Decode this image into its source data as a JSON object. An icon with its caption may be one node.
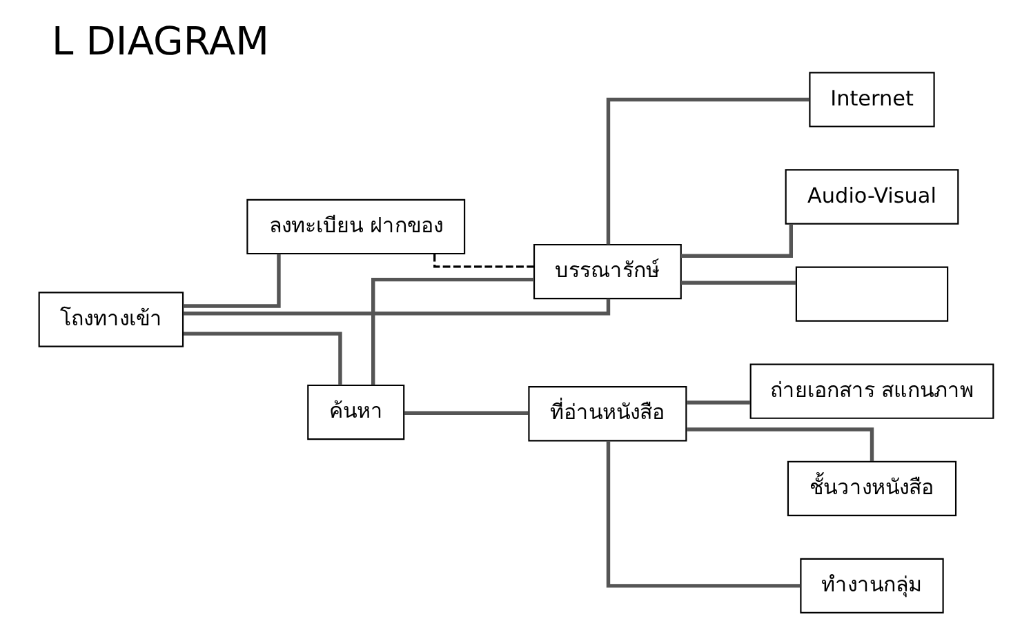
{
  "diagram": {
    "title": "L DIAGRAM",
    "nodes": [
      {
        "text": [
          "โถงทางเข้า"
        ]
      },
      {
        "text": [
          "ค้นหา"
        ]
      },
      {
        "text": [
          "ลงทะเบียน ฝากของ"
        ]
      },
      {
        "text": [
          "บรรณารักษ์"
        ]
      },
      {
        "text": [
          "ที่อ่านหนังสือ"
        ]
      },
      {
        "text": [
          "ถ่ายเอกสาร สแกนภาพ"
        ]
      },
      {
        "text": [
          "ชั้นวางหนังสือ"
        ]
      },
      {
        "text": [
          "ทำงานกลุ่ม"
        ]
      },
      {
        "text": [
          "Internet"
        ]
      },
      {
        "text": [
          "Audio-Visual"
        ]
      },
      {
        "text": [],
        "shape": "box"
      }
    ],
    "edges": [
      {
        "from": 0,
        "to": 1,
        "arrow": "none"
      },
      {
        "from": 0,
        "to": 3,
        "arrow": "none"
      },
      {
        "from": 0,
        "to": 2,
        "arrow": "none"
      },
      {
        "from": 2,
        "to": 3,
        "arrow": "none",
        "style": "dashed"
      },
      {
        "from": 1,
        "to": 3,
        "arrow": "none"
      },
      {
        "from": 1,
        "to": 4,
        "arrow": "none"
      },
      {
        "from": 4,
        "to": 5,
        "arrow": "none"
      },
      {
        "from": 4,
        "to": 6,
        "arrow": "none"
      },
      {
        "from": 4,
        "to": 7,
        "arrow": "none"
      },
      {
        "from": 3,
        "to": 8,
        "arrow": "none"
      },
      {
        "from": 3,
        "to": 9,
        "arrow": "none"
      },
      {
        "from": 3,
        "to": 10,
        "arrow": "none"
      }
    ]
  }
}
